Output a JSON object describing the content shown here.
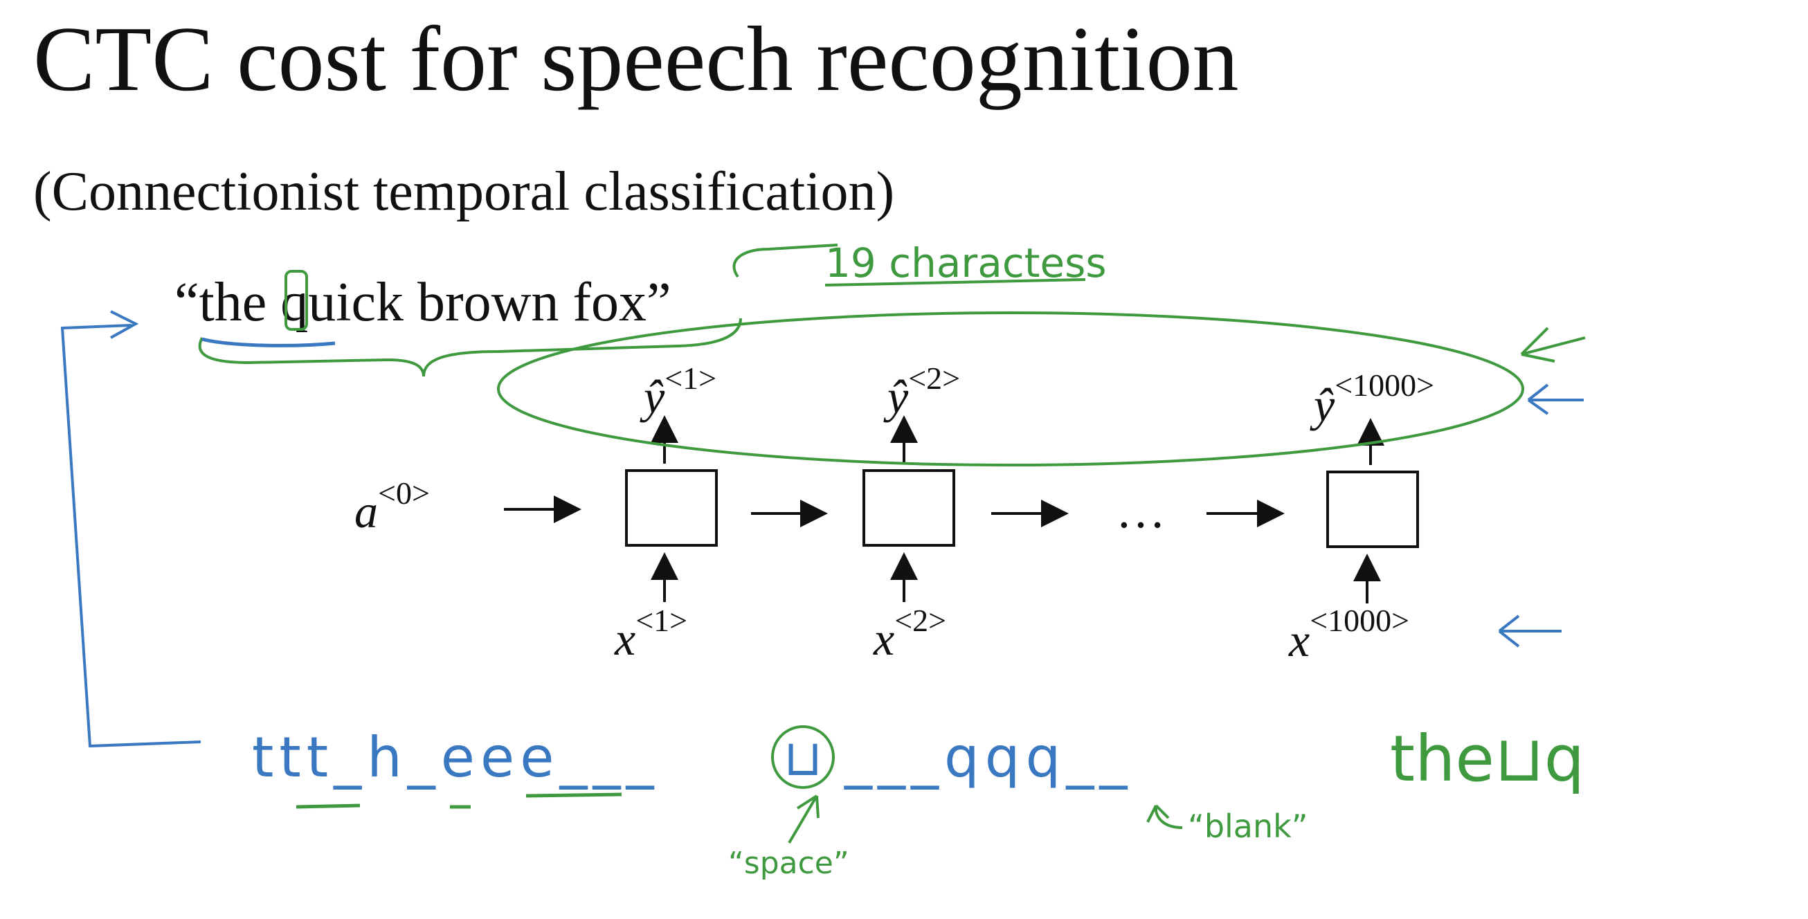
{
  "slide": {
    "title": "CTC cost for speech recognition",
    "subtitle": "(Connectionist temporal classification)",
    "transcript": "“the quick brown fox”"
  },
  "network": {
    "initial_activation": {
      "base": "a",
      "sup": "<0>"
    },
    "ellipsis": "…",
    "outputs": [
      {
        "base": "ŷ",
        "sup": "<1>"
      },
      {
        "base": "ŷ",
        "sup": "<2>"
      },
      {
        "base": "ŷ",
        "sup": "<1000>"
      }
    ],
    "inputs": [
      {
        "base": "x",
        "sup": "<1>"
      },
      {
        "base": "x",
        "sup": "<2>"
      },
      {
        "base": "x",
        "sup": "<1000>"
      }
    ]
  },
  "annotations": {
    "char_count": "19 charactess",
    "output_sequence": "ttt_h_eee___",
    "space_symbol": "⊔",
    "output_sequence_tail": "___qqq__",
    "space_label": "“space”",
    "blank_label": "“blank”",
    "collapsed_result": "the⊔q"
  },
  "colors": {
    "ink": "#111111",
    "green": "#3f9a3f",
    "blue": "#3a78c2"
  }
}
